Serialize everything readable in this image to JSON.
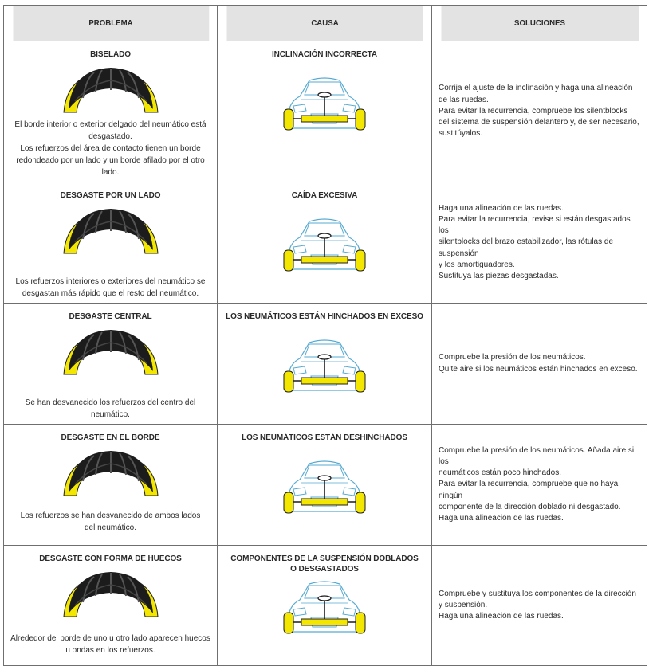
{
  "header": {
    "problem": "PROBLEMA",
    "cause": "CAUSA",
    "solutions": "SOLUCIONES"
  },
  "colors": {
    "tire_tread": "#1c1c1c",
    "wear_band": "#f3e600",
    "car_outline": "#56aad2",
    "header_bg": "#e3e3e3"
  },
  "rows": [
    {
      "problem_title": "BISELADO",
      "problem_desc": [
        "El borde interior o exterior delgado del neumático está",
        "desgastado.",
        "Los refuerzos del área de contacto tienen un borde",
        "redondeado por un lado y un borde afilado por el otro lado."
      ],
      "cause_title": [
        "INCLINACIÓN INCORRECTA"
      ],
      "solutions": [
        "Corrija el ajuste de la inclinación y haga una alineación",
        "de las ruedas.",
        "Para evitar la recurrencia, compruebe los silentblocks",
        "del sistema de suspensión delantero y, de ser necesario,",
        "sustitúyalos."
      ],
      "tire_icon": "tire-bevel-wear-icon",
      "car_icon": "car-camber-icon"
    },
    {
      "problem_title": "DESGASTE POR UN LADO",
      "problem_desc": [
        "Los refuerzos interiores o exteriores del neumático se",
        "desgastan más rápido que el resto del neumático."
      ],
      "cause_title": [
        "CAÍDA EXCESIVA"
      ],
      "solutions": [
        "Haga una alineación de las ruedas.",
        "Para evitar la recurrencia, revise si están desgastados los",
        "silentblocks del brazo estabilizador, las rótulas de suspensión",
        "y los amortiguadores.",
        "Sustituya las piezas desgastadas."
      ],
      "tire_icon": "tire-one-side-wear-icon",
      "car_icon": "car-excessive-camber-icon"
    },
    {
      "problem_title": "DESGASTE CENTRAL",
      "problem_desc": [
        "Se han desvanecido los refuerzos del centro del neumático."
      ],
      "cause_title": [
        "LOS NEUMÁTICOS ESTÁN HINCHADOS EN EXCESO"
      ],
      "solutions": [
        "Compruebe la presión de los neumáticos.",
        "Quite aire si los neumáticos están hinchados en exceso."
      ],
      "tire_icon": "tire-center-wear-icon",
      "car_icon": "car-overinflated-icon"
    },
    {
      "problem_title": "DESGASTE EN EL BORDE",
      "problem_desc": [
        "Los refuerzos se han desvanecido de ambos lados",
        "del neumático."
      ],
      "cause_title": [
        "LOS NEUMÁTICOS ESTÁN DESHINCHADOS"
      ],
      "solutions": [
        "Compruebe la presión de los neumáticos. Añada aire si los",
        "neumáticos están poco hinchados.",
        "Para evitar la recurrencia, compruebe que no haya ningún",
        "componente de la dirección doblado ni desgastado.",
        "Haga una alineación de las ruedas."
      ],
      "tire_icon": "tire-edge-wear-icon",
      "car_icon": "car-underinflated-icon"
    },
    {
      "problem_title": "DESGASTE CON FORMA DE HUECOS",
      "problem_desc": [
        "Alrededor del borde de uno u otro lado aparecen huecos",
        "u ondas en los refuerzos."
      ],
      "cause_title": [
        "COMPONENTES DE LA SUSPENSIÓN DOBLADOS",
        "O DESGASTADOS"
      ],
      "solutions": [
        "Compruebe y sustituya los componentes de la dirección",
        "y suspensión.",
        "Haga una alineación de las ruedas."
      ],
      "tire_icon": "tire-cupping-wear-icon",
      "car_icon": "car-bent-suspension-icon"
    }
  ]
}
